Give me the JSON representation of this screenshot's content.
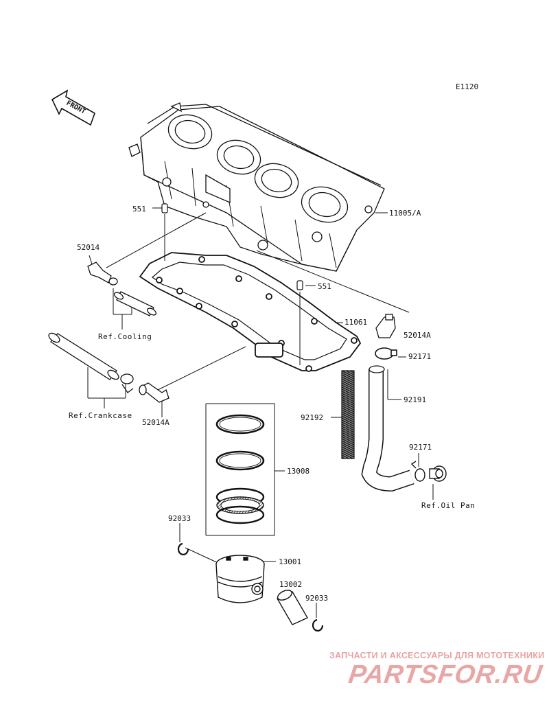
{
  "diagram_code": "E1120",
  "front_label": "FRONT",
  "parts": {
    "cylinder": "11005/A",
    "dowel_left": "551",
    "dowel_right": "551",
    "fitting_left": "52014",
    "gasket": "11061",
    "fitting_right": "52014A",
    "clamp_upper": "92171",
    "hose_long": "92191",
    "breather": "92192",
    "clamp_lower": "92171",
    "ring_set": "13008",
    "circlip_left": "92033",
    "piston": "13001",
    "pin": "13002",
    "circlip_right": "92033",
    "fitting_lower": "52014A"
  },
  "refs": {
    "cooling": "Ref.Cooling",
    "crankcase": "Ref.Crankcase",
    "oil_pan": "Ref.Oil Pan"
  },
  "watermark": {
    "tagline": "ЗАПЧАСТИ И АКСЕССУАРЫ ДЛЯ МОТОТЕХНИКИ",
    "logo": "PARTSFOR.RU"
  }
}
